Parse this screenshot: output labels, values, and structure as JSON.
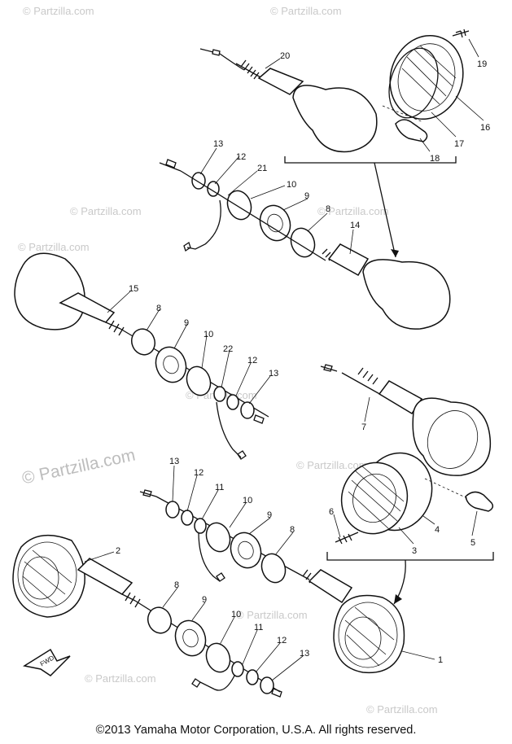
{
  "watermarks": [
    {
      "id": "wm1",
      "text": "© Partzilla.com"
    },
    {
      "id": "wm2",
      "text": "© Partzilla.com"
    },
    {
      "id": "wm3",
      "text": "© Partzilla.com"
    },
    {
      "id": "wm4",
      "text": "© Partzilla.com"
    },
    {
      "id": "wm5",
      "text": "© Partzilla.com"
    },
    {
      "id": "wm6",
      "text": "© Partzilla.com"
    },
    {
      "id": "wm7",
      "text": "© Partzilla.com"
    },
    {
      "id": "wm8",
      "text": "© Partzilla.com"
    },
    {
      "id": "wm9",
      "text": "© Partzilla.com"
    },
    {
      "id": "wm10",
      "text": "© Partzilla.com"
    },
    {
      "id": "wm11",
      "text": "© Partzilla.com"
    }
  ],
  "callouts": {
    "c20": "20",
    "c19": "19",
    "c16a": "16",
    "c17": "17",
    "c18": "18",
    "c13a": "13",
    "c12a": "12",
    "c21": "21",
    "c10a": "10",
    "c9a": "9",
    "c8a": "8",
    "c14": "14",
    "c15": "15",
    "c8b": "8",
    "c9b": "9",
    "c10b": "10",
    "c22": "22",
    "c12b": "12",
    "c13b": "13",
    "c7": "7",
    "c6": "6",
    "c3": "3",
    "c4": "4",
    "c5": "5",
    "c13c": "13",
    "c12c": "12",
    "c11a": "11",
    "c10c": "10",
    "c9c": "9",
    "c8c": "8",
    "c2": "2",
    "c8d": "8",
    "c9d": "9",
    "c10d": "10",
    "c11b": "11",
    "c12d": "12",
    "c13d": "13",
    "c1": "1"
  },
  "fwd_label": "FWD",
  "copyright": "©2013  Yamaha Motor Corporation, U.S.A. All rights reserved."
}
